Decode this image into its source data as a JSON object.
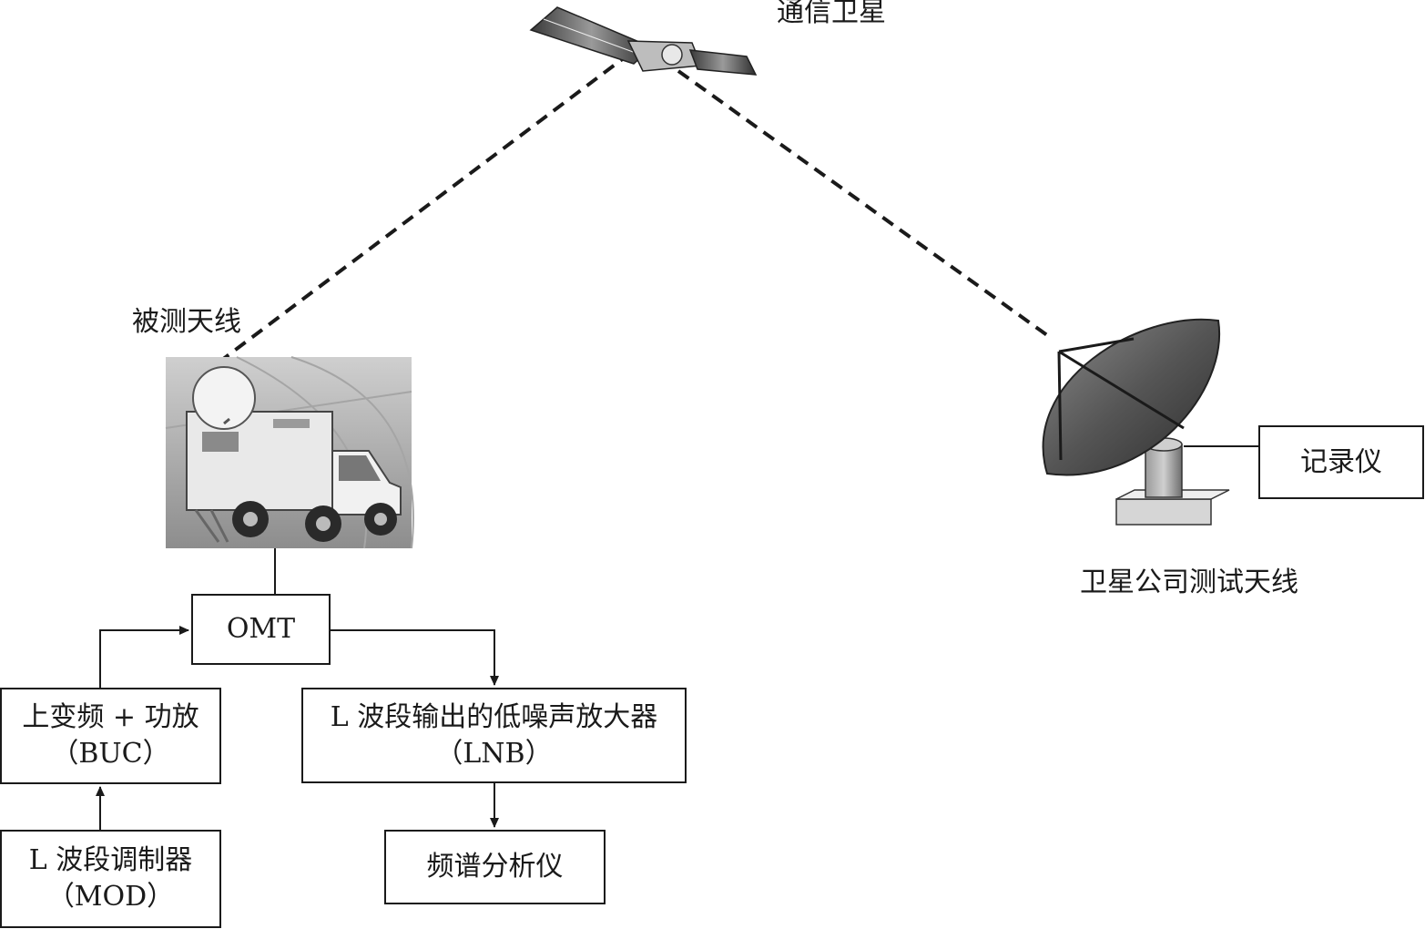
{
  "satellite": {
    "label": "通信卫星",
    "icon": "satellite-icon"
  },
  "test_antenna": {
    "label": "被测天线",
    "icon": "satellite-truck-icon"
  },
  "company_antenna": {
    "label": "卫星公司测试天线",
    "icon": "parabolic-dish-icon"
  },
  "boxes": {
    "recorder": {
      "line1": "记录仪"
    },
    "omt": {
      "line1": "OMT"
    },
    "buc": {
      "line1": "上变频 + 功放",
      "line2": "（BUC）"
    },
    "lnb": {
      "line1": "L 波段输出的低噪声放大器",
      "line2": "（LNB）"
    },
    "mod": {
      "line1": "L 波段调制器",
      "line2": "（MOD）"
    },
    "analyzer": {
      "line1": "频谱分析仪"
    }
  },
  "colors": {
    "line": "#1a1a1a",
    "background": "#ffffff"
  }
}
